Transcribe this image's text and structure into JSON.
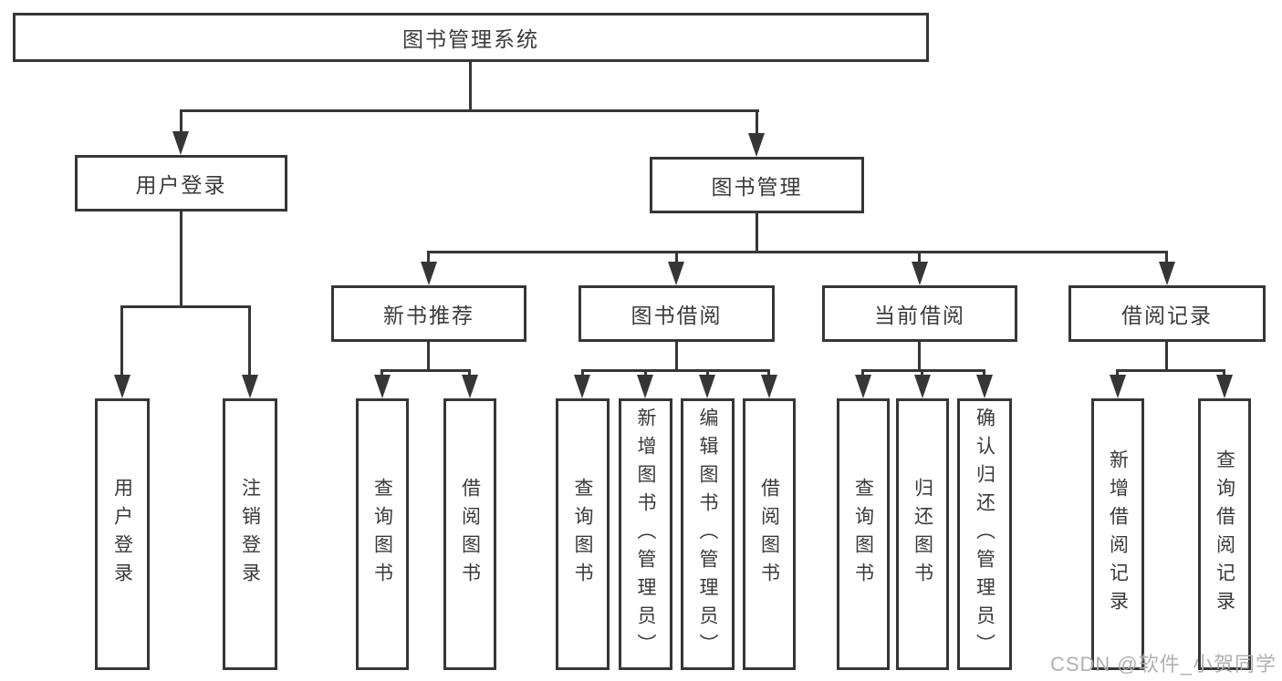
{
  "tree": {
    "root": "图书管理系统",
    "branches": [
      {
        "label": "用户登录",
        "children": [
          "用户登录",
          "注销登录"
        ]
      },
      {
        "label": "图书管理",
        "children": [
          {
            "label": "新书推荐",
            "children": [
              "查询图书",
              "借阅图书"
            ]
          },
          {
            "label": "图书借阅",
            "children": [
              "查询图书",
              "新增图书（管理员）",
              "编辑图书（管理员）",
              "借阅图书"
            ]
          },
          {
            "label": "当前借阅",
            "children": [
              "查询图书",
              "归还图书",
              "确认归还（管理员）"
            ]
          },
          {
            "label": "借阅记录",
            "children": [
              "新增借阅记录",
              "查询借阅记录"
            ]
          }
        ]
      }
    ]
  },
  "colors": {
    "line": "#363636",
    "text": "#3a3a3a",
    "background": "#ffffff",
    "watermark": "#acacac"
  },
  "watermark": "CSDN @软件_小贺同学"
}
